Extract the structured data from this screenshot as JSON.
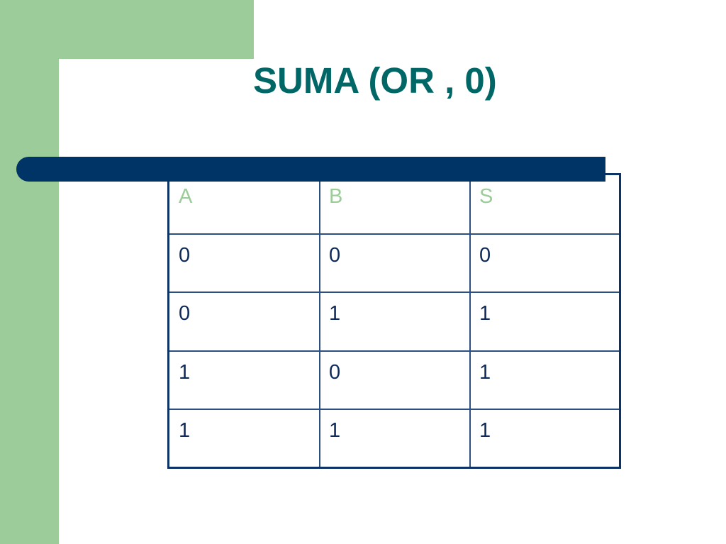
{
  "slide": {
    "title": "SUMA (OR , 0)",
    "colors": {
      "accent_green": "#9ccc99",
      "title_teal": "#006666",
      "bar_navy": "#003366",
      "table_border": "#0d3366",
      "cell_text": "#0d2a5a"
    }
  },
  "truth_table": {
    "headers": [
      "A",
      "B",
      "S"
    ],
    "rows": [
      [
        "0",
        "0",
        "0"
      ],
      [
        "0",
        "1",
        "1"
      ],
      [
        "1",
        "0",
        "1"
      ],
      [
        "1",
        "1",
        "1"
      ]
    ]
  }
}
